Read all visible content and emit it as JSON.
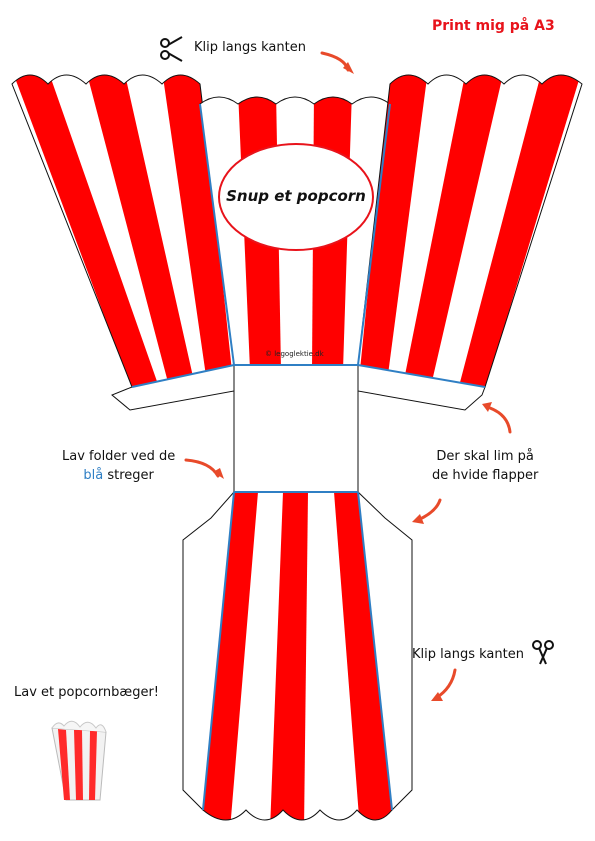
{
  "print_note": "Print mig på A3",
  "instructions": {
    "cut_top": "Klip langs kanten",
    "cut_bottom": "Klip langs kanten",
    "fold_line1": "Lav folder ved de",
    "fold_blue_word": "blå",
    "fold_line2_rest": " streger",
    "glue_line1": "Der skal lim på",
    "glue_line2": "de hvide flapper"
  },
  "label_text": "Snup et popcorn",
  "copyright": "© legoglektie.dk",
  "make_cup": "Lav et popcornbæger!",
  "colors": {
    "stripe_red": "#ff0000",
    "white": "#ffffff",
    "fold_line": "#2f7fc4",
    "arrow": "#e84a2a",
    "print_note": "#e8131b",
    "outline": "#111111"
  },
  "icons": [
    "scissors-icon",
    "curved-arrow-icon"
  ]
}
